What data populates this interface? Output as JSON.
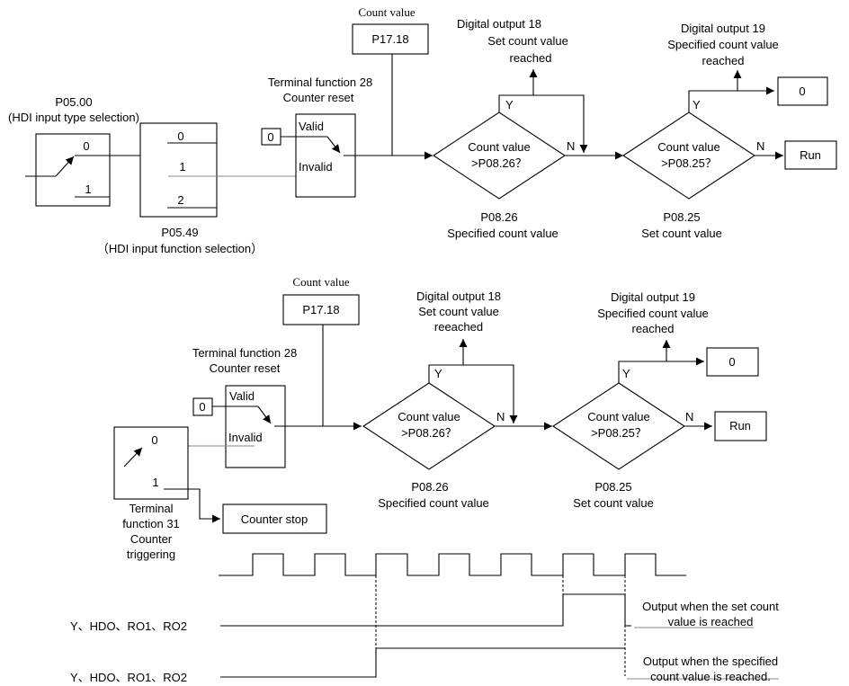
{
  "top": {
    "count_value_label": "Count value",
    "count_value_param": "P17.18",
    "do18": [
      "Digital output 18",
      "Set count value",
      "reached"
    ],
    "do19": [
      "Digital output 19",
      "Specified count value",
      "reached"
    ],
    "p0500": [
      "P05.00",
      "(HDI input type selection)"
    ],
    "sel_left": [
      "0",
      "1"
    ],
    "sel_right": [
      "0",
      "1",
      "2"
    ],
    "p0549": [
      "P05.49",
      "（HDI input function selection）"
    ],
    "tf28": [
      "Terminal function 28",
      "Counter reset"
    ],
    "zero_input": "0",
    "valid": "Valid",
    "invalid": "Invalid",
    "d1": [
      "Count value",
      ">P08.26？"
    ],
    "d2": [
      "Count value",
      ">P08.25？"
    ],
    "y": "Y",
    "n": "N",
    "p0826": [
      "P08.26",
      "Specified count value"
    ],
    "p0825": [
      "P08.25",
      "Set count value"
    ],
    "out_zero": "0",
    "run": "Run"
  },
  "bottom": {
    "count_value_label": "Count value",
    "count_value_param": "P17.18",
    "do18": [
      "Digital output 18",
      "Set count value",
      "reeached"
    ],
    "do19": [
      "Digital output 19",
      "Specified count value",
      "reached"
    ],
    "tf28": [
      "Terminal function 28",
      "Counter reset"
    ],
    "zero_input": "0",
    "valid": "Valid",
    "invalid": "Invalid",
    "switch_pos": [
      "0",
      "1"
    ],
    "tf31": [
      "Terminal",
      "function 31",
      "Counter",
      "triggering"
    ],
    "counter_stop": "Counter stop",
    "d1": [
      "Count value",
      ">P08.26？"
    ],
    "d2": [
      "Count value",
      ">P08.25？"
    ],
    "y": "Y",
    "n": "N",
    "p0826": [
      "P08.26",
      "Specified count value"
    ],
    "p0825": [
      "P08.25",
      "Set count value"
    ],
    "out_zero": "0",
    "run": "Run"
  },
  "timing": {
    "signal1_label": "Y、HDO、RO1、RO2",
    "signal2_label": "Y、HDO、RO1、RO2",
    "note1": [
      "Output when the set count",
      "value is reached"
    ],
    "note2": [
      "Output when the specified",
      "count value is reached."
    ]
  }
}
